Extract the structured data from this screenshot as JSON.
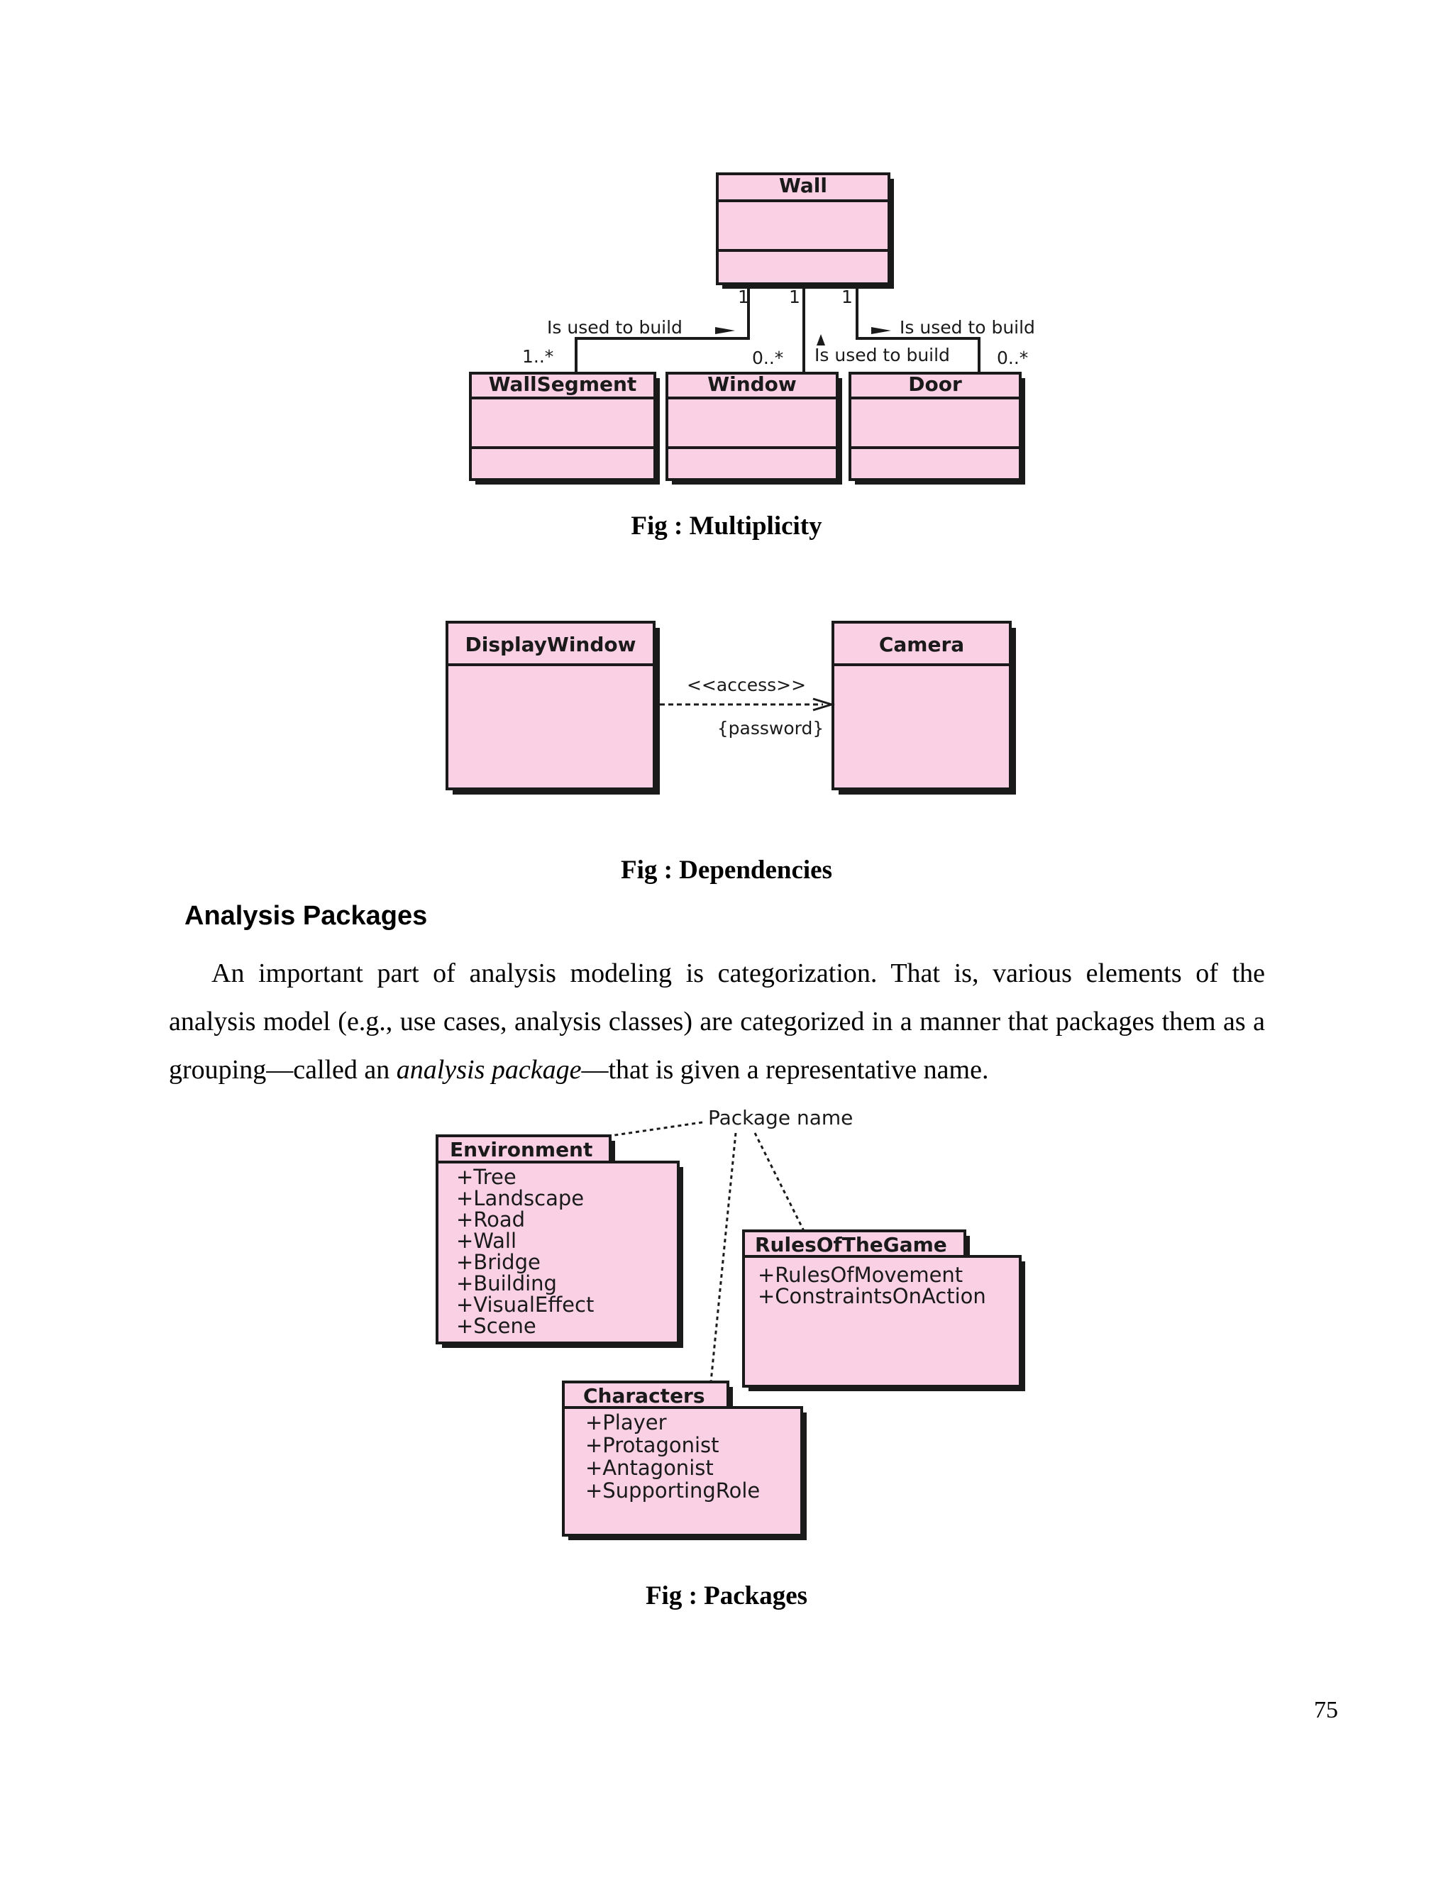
{
  "fig_multiplicity": {
    "wall": "Wall",
    "wall_segment": "WallSegment",
    "window": "Window",
    "door": "Door",
    "mult_one_a": "1",
    "mult_one_b": "1",
    "mult_one_c": "1",
    "mult_segment": "1..*",
    "mult_window": "0..*",
    "mult_door": "0..*",
    "label_segment": "Is used to build",
    "label_window": "Is used to build",
    "label_door": "Is used to build",
    "caption": "Fig : Multiplicity"
  },
  "fig_dependencies": {
    "display_window": "DisplayWindow",
    "camera": "Camera",
    "stereotype": "<<access>>",
    "constraint": "{password}",
    "caption": "Fig : Dependencies"
  },
  "section": {
    "heading": "Analysis Packages",
    "para_part1": "An important part of analysis modeling is categorization. That is, various elements of the analysis model (e.g., use cases, analysis classes) are categorized in a manner that packages them as a grouping—called an ",
    "para_italic": "analysis package",
    "para_part2": "—that is given a representative name."
  },
  "fig_packages": {
    "package_name_label": "Package name",
    "environment": {
      "name": "Environment",
      "items": [
        "+Tree",
        "+Landscape",
        "+Road",
        "+Wall",
        "+Bridge",
        "+Building",
        "+VisualEffect",
        "+Scene"
      ]
    },
    "rules": {
      "name": "RulesOfTheGame",
      "items": [
        "+RulesOfMovement",
        "+ConstraintsOnAction"
      ]
    },
    "characters": {
      "name": "Characters",
      "items": [
        "+Player",
        "+Protagonist",
        "+Antagonist",
        "+SupportingRole"
      ]
    },
    "caption": "Fig : Packages"
  },
  "page_number": "75"
}
